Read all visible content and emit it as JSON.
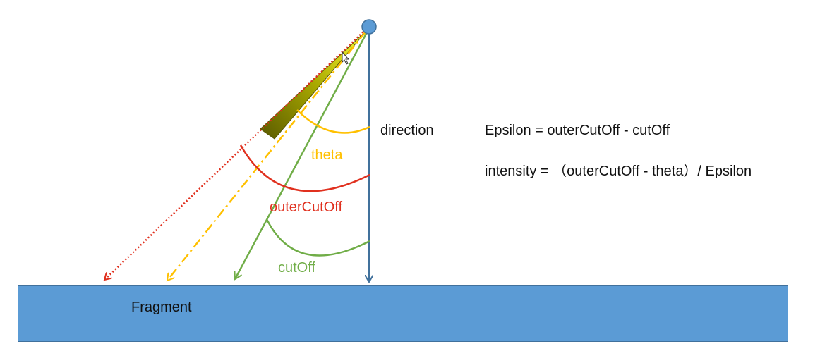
{
  "labels": {
    "direction": "direction",
    "theta": "theta",
    "outer_cut_off": "outerCutOff",
    "cut_off": "cutOff",
    "fragment": "Fragment"
  },
  "formulas": {
    "epsilon": "Epsilon = outerCutOff - cutOff",
    "intensity": "intensity = （outerCutOff - theta）/ Epsilon"
  },
  "colors": {
    "direction_line": "#41719c",
    "light_source": "#5b9bd5",
    "fragment_fill": "#5b9bd5",
    "theta": "#ffc000",
    "outer_cut_off": "#e0301e",
    "cut_off": "#70ad47",
    "spotlight_cone": "#8b8b00",
    "text": "#111111"
  }
}
